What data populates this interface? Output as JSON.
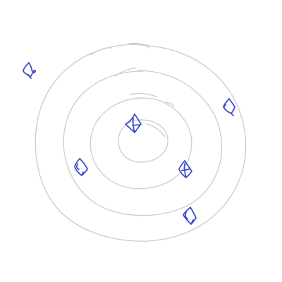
{
  "colors": {
    "ring_stroke": "#cbcbcb",
    "marker_stroke": "#3d4dcc"
  },
  "rings": [
    {
      "name": "outer-ring"
    },
    {
      "name": "second-ring"
    },
    {
      "name": "third-ring"
    },
    {
      "name": "inner-ring"
    }
  ],
  "markers": [
    {
      "name": "marker-top-left"
    },
    {
      "name": "marker-right"
    },
    {
      "name": "marker-center"
    },
    {
      "name": "marker-left"
    },
    {
      "name": "marker-center-right"
    },
    {
      "name": "marker-bottom-right"
    }
  ]
}
